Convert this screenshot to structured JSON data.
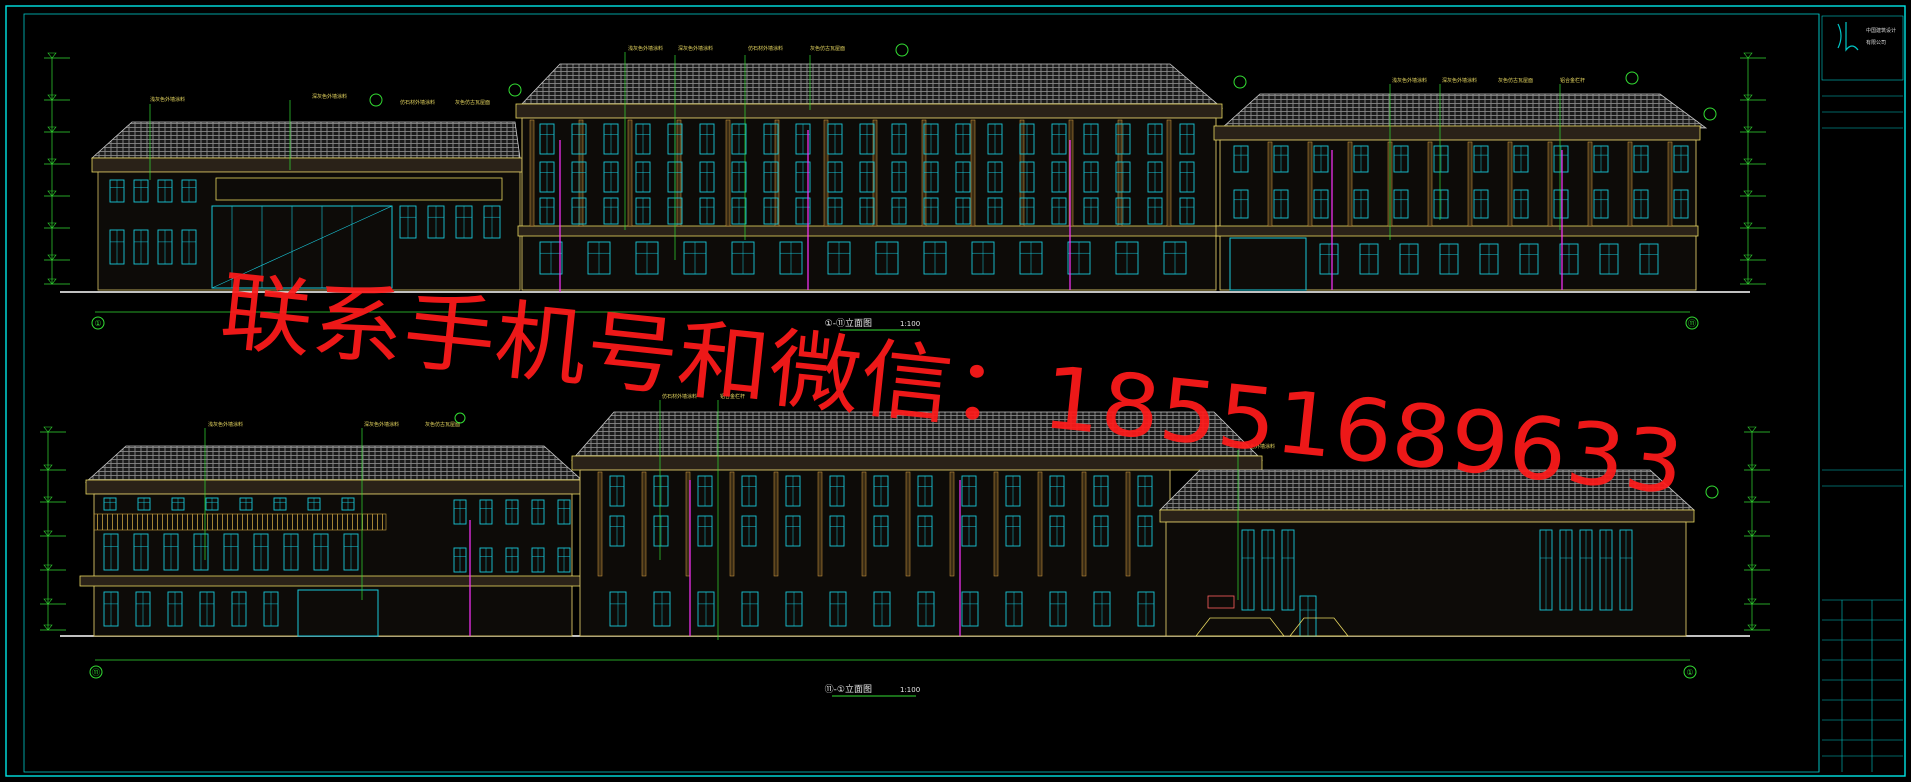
{
  "watermark": {
    "text": "联系手机号和微信：18551689633"
  },
  "views": {
    "south": {
      "title": "①-⑪立面图",
      "scale": "1:100",
      "axis_left": "①",
      "axis_right": "⑪"
    },
    "north": {
      "title": "⑪-①立面图",
      "scale": "1:100",
      "axis_left": "⑪",
      "axis_right": "①"
    }
  },
  "callouts": {
    "roof": "灰色仿古瓦屋面",
    "paint1": "浅灰色外墙涂料",
    "paint2": "深灰色外墙涂料",
    "stone": "仿石材外墙涂料",
    "rail": "铝合金栏杆"
  },
  "titleblock": {
    "company_line1": "中国建筑设计",
    "company_line2": "有限公司"
  },
  "colors": {
    "frame": "#00e5e5",
    "green": "#33dd33",
    "yellow": "#e8d860",
    "magenta": "#ff33ff",
    "grey": "#a8a8a8",
    "cyan": "#19c7d9",
    "watermark": "#ff1a1a"
  }
}
